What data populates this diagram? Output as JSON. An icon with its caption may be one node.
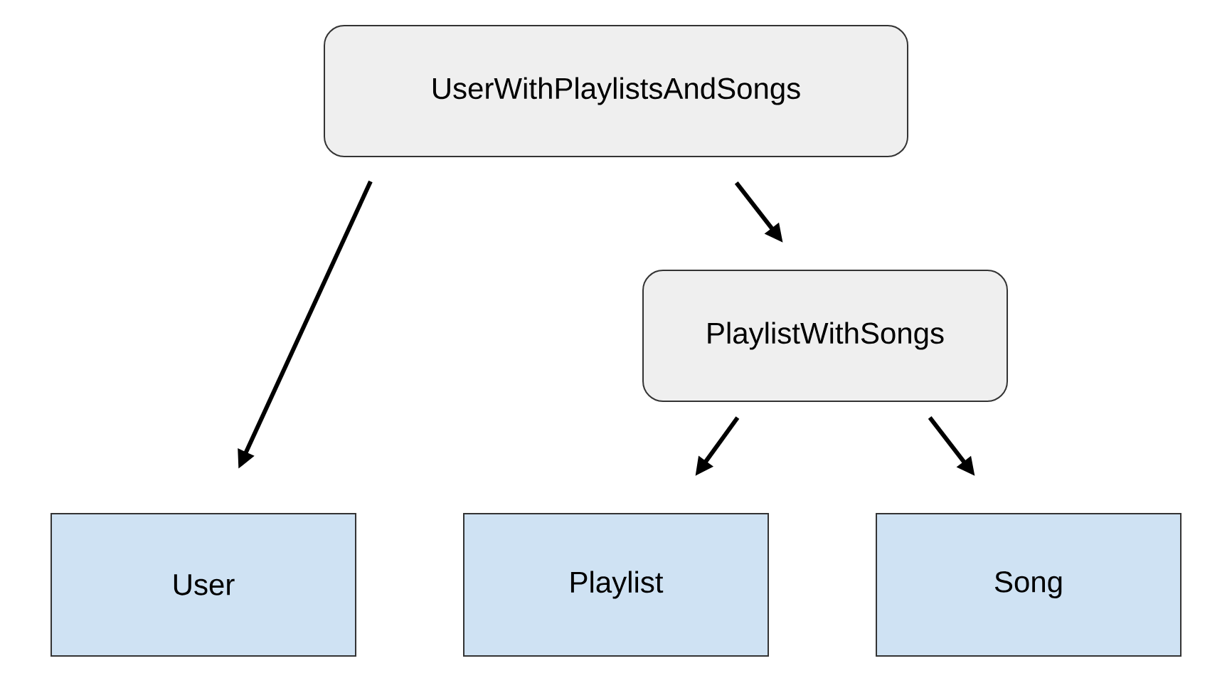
{
  "diagram": {
    "nodes": [
      {
        "text": [
          "UserWithPlaylistsAndSongs"
        ]
      },
      {
        "text": [
          "PlaylistWithSongs"
        ]
      },
      {
        "text": [
          "User"
        ]
      },
      {
        "text": [
          "Playlist"
        ]
      },
      {
        "text": [
          "Song"
        ]
      }
    ],
    "edges": [
      {
        "from": 0,
        "to": 2,
        "arrow": "to"
      },
      {
        "from": 0,
        "to": 1,
        "arrow": "to"
      },
      {
        "from": 1,
        "to": 3,
        "arrow": "to"
      },
      {
        "from": 1,
        "to": 4,
        "arrow": "to"
      }
    ]
  }
}
